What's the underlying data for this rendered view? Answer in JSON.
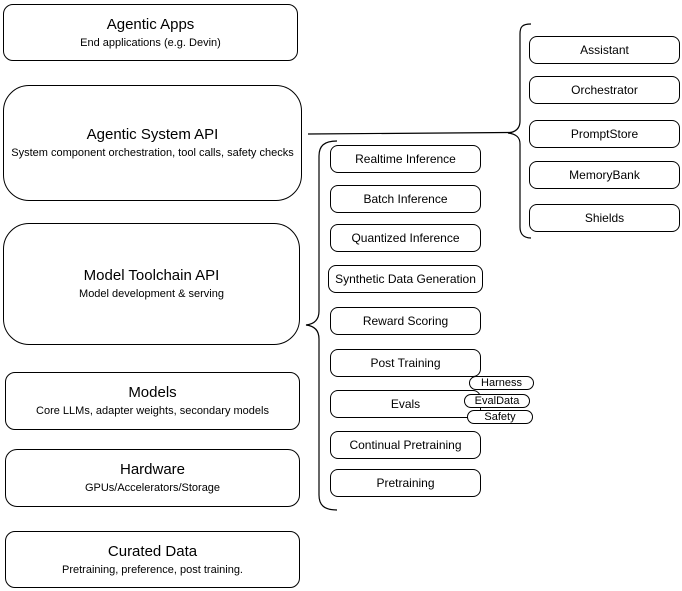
{
  "colors": {
    "background": "#ffffff",
    "stroke": "#000000",
    "text": "#000000"
  },
  "stack": [
    {
      "title": "Agentic Apps",
      "subtitle": "End applications (e.g. Devin)"
    },
    {
      "title": "Agentic System API",
      "subtitle": "System component orchestration, tool calls, safety checks"
    },
    {
      "title": "Model Toolchain API",
      "subtitle": "Model development & serving"
    },
    {
      "title": "Models",
      "subtitle": "Core LLMs, adapter weights, secondary models"
    },
    {
      "title": "Hardware",
      "subtitle": "GPUs/Accelerators/Storage"
    },
    {
      "title": "Curated Data",
      "subtitle": "Pretraining, preference, post training."
    }
  ],
  "toolchain_group": {
    "items": [
      "Realtime Inference",
      "Batch Inference",
      "Quantized Inference",
      "Synthetic Data Generation",
      "Reward Scoring",
      "Post Training",
      "Evals",
      "Continual Pretraining",
      "Pretraining"
    ],
    "evals_tags": [
      "Harness",
      "EvalData",
      "Safety"
    ]
  },
  "system_group": {
    "items": [
      "Assistant",
      "Orchestrator",
      "PromptStore",
      "MemoryBank",
      "Shields"
    ]
  }
}
